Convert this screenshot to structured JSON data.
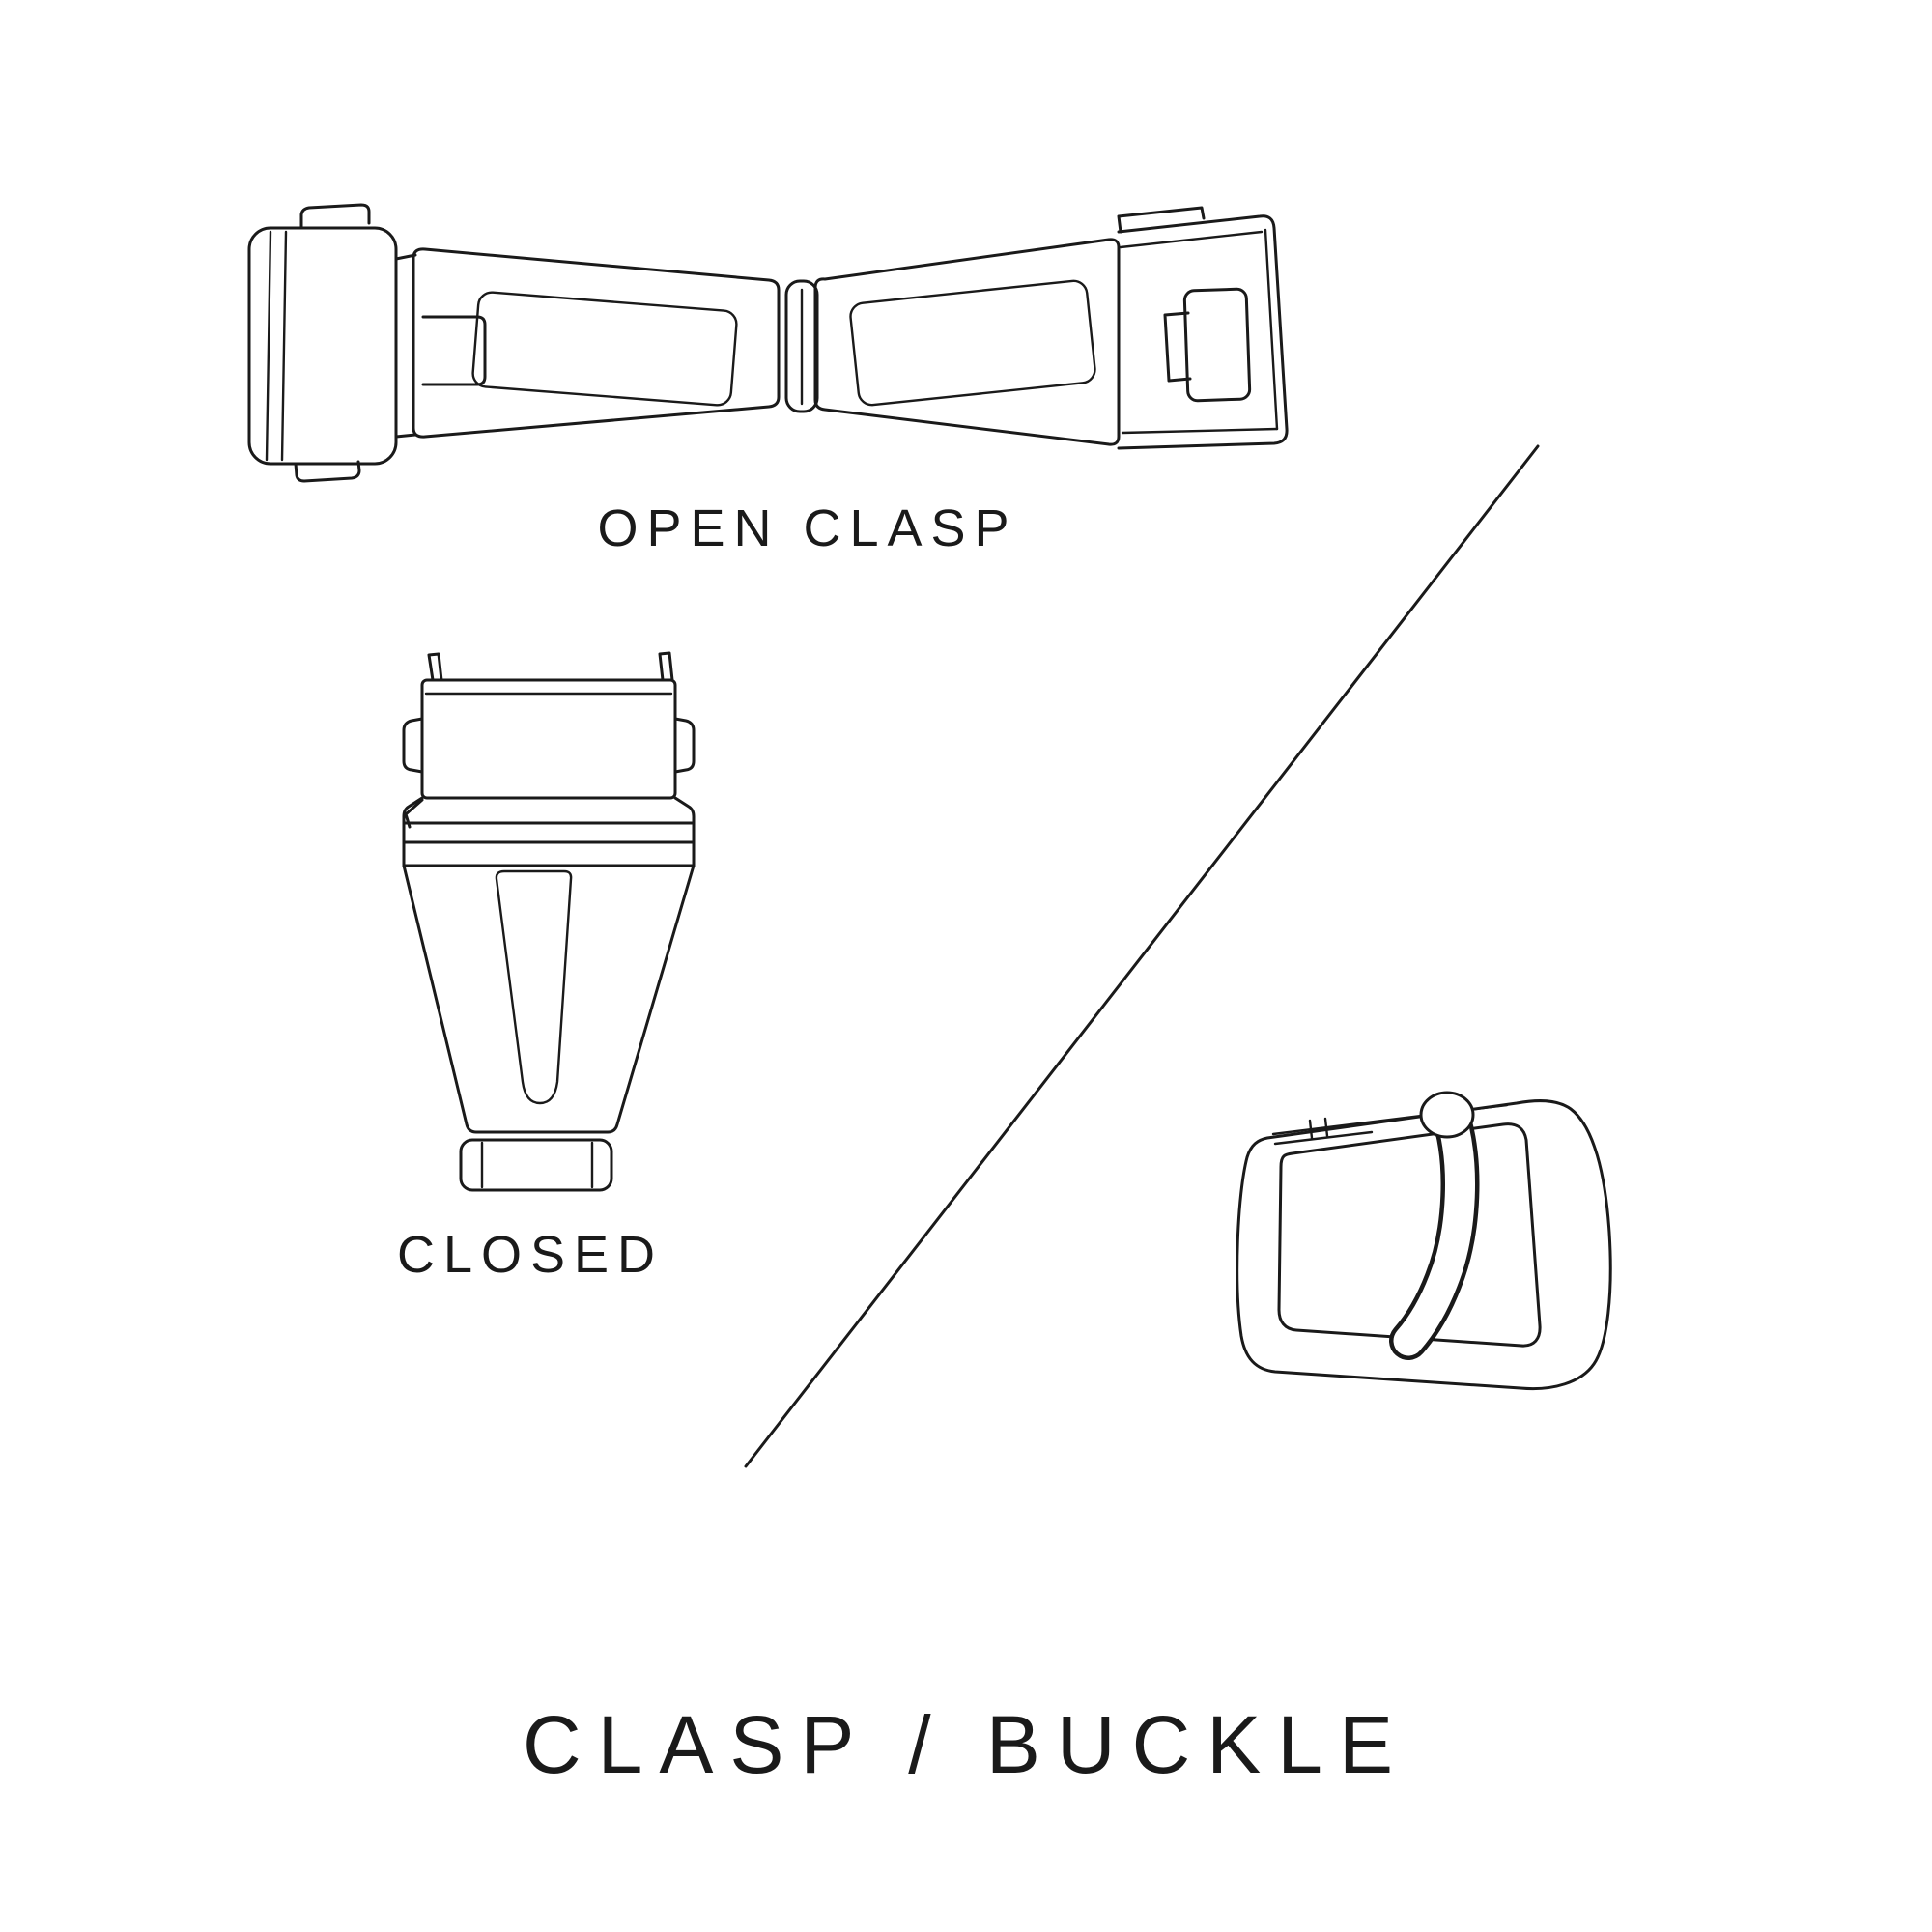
{
  "page": {
    "background_color": "#ffffff",
    "ink_color": "#1a1a1a"
  },
  "title": "CLASP / BUCKLE",
  "labels": {
    "open_clasp": "OPEN CLASP",
    "closed_clasp": "CLOSED"
  },
  "figures": [
    {
      "name": "open-clasp-illustration",
      "caption": "OPEN CLASP"
    },
    {
      "name": "closed-clasp-illustration",
      "caption": "CLOSED"
    },
    {
      "name": "tang-buckle-illustration",
      "caption": ""
    }
  ],
  "divider": {
    "type": "diagonal-line"
  }
}
